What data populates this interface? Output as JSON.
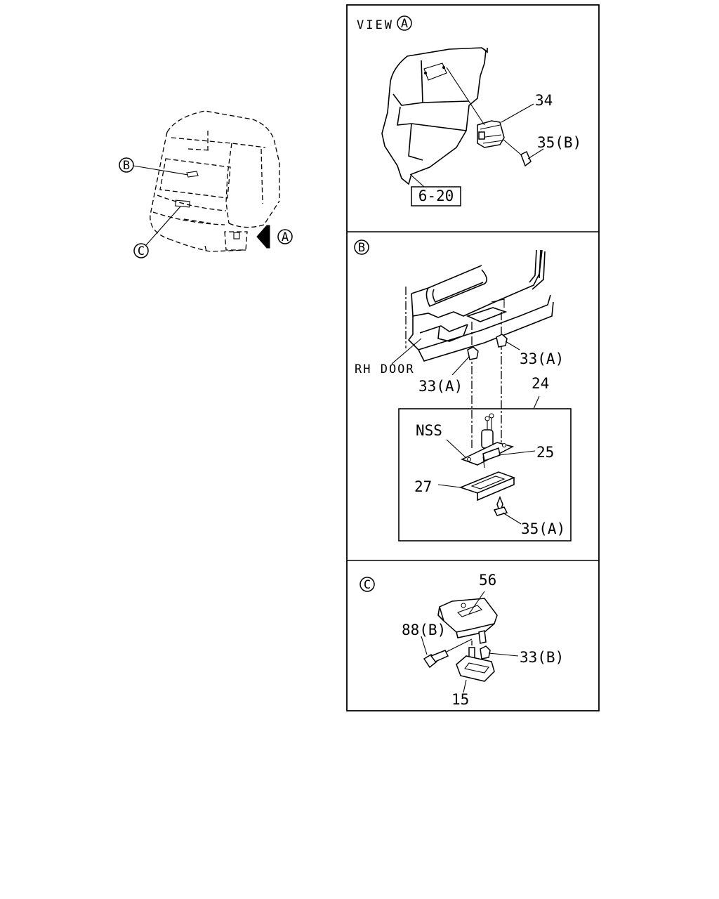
{
  "overview": {
    "callout_b": "B",
    "callout_c": "C",
    "view_arrow_label": "A"
  },
  "panel_view_a": {
    "title_text": "VIEW",
    "title_circle": "A",
    "part_34": "34",
    "part_35b": "35(B)",
    "ref_box": "6-20"
  },
  "panel_b": {
    "title_circle": "B",
    "rh_door": "RH DOOR",
    "part_33a_right": "33(A)",
    "part_33a_left": "33(A)",
    "part_24": "24",
    "nss": "NSS",
    "part_25": "25",
    "part_27": "27",
    "part_35a": "35(A)"
  },
  "panel_c": {
    "title_circle": "C",
    "part_56": "56",
    "part_88b": "88(B)",
    "part_33b": "33(B)",
    "part_15": "15"
  }
}
